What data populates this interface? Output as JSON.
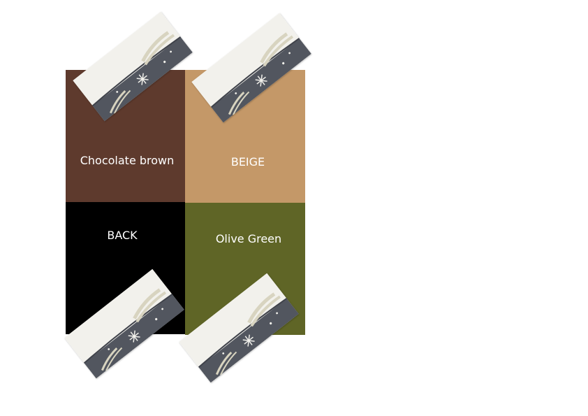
{
  "swatches": [
    {
      "id": "chocolate-brown",
      "label": "Chocolate brown",
      "color": "#5e3a2d"
    },
    {
      "id": "beige",
      "label": "BEIGE",
      "color": "#c49868"
    },
    {
      "id": "black",
      "label": "BACK",
      "color": "#000000"
    },
    {
      "id": "olive-green",
      "label": "Olive Green",
      "color": "#5f6526"
    }
  ],
  "fabric_sample": {
    "icon": "fabric-swatch-icon",
    "colors": {
      "cloth": "#f2f1ec",
      "band": "#52565f",
      "embroidery": "#d8d4c0"
    }
  }
}
